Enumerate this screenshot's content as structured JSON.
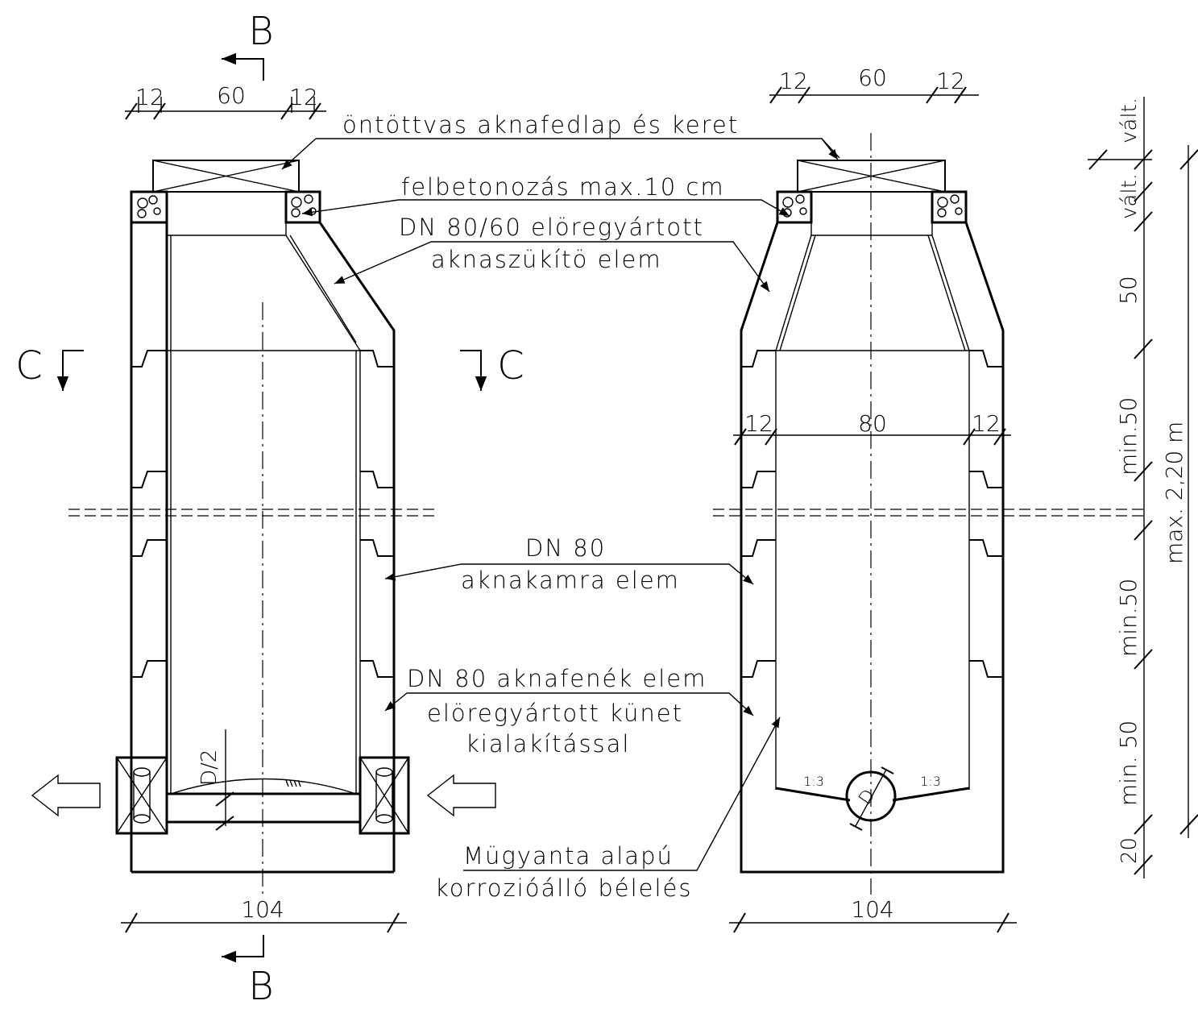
{
  "section_marks": {
    "b_top": "B",
    "b_bottom": "B",
    "c_left": "C",
    "c_right": "C"
  },
  "dimensions": {
    "left_top": [
      "12",
      "60",
      "12"
    ],
    "right_top": [
      "12",
      "60",
      "12"
    ],
    "right_mid": [
      "12",
      "80",
      "12"
    ],
    "left_bottom": "104",
    "right_bottom": "104",
    "vertical": [
      "vált.",
      "vált.",
      "50",
      "min.50",
      "min.50",
      "min. 50",
      "20"
    ],
    "total": "max. 2,20 m",
    "invert_half": "D/2",
    "pipe_d": "D",
    "slope_left": "1:3",
    "slope_right": "1:3"
  },
  "labels": {
    "cover": "öntöttvas aknafedlap és keret",
    "concrete": "felbetonozás max.10 cm",
    "cone_1": "DN 80/60 elöregyártott",
    "cone_2": "aknaszükítö elem",
    "chamber_1": "DN 80",
    "chamber_2": "aknakamra elem",
    "base_1": "DN 80 aknafenék elem",
    "base_2": "elöregyártott künet",
    "base_3": "kialakítással",
    "lining_1": "Mügyanta alapú",
    "lining_2": "korrozióálló bélelés"
  }
}
